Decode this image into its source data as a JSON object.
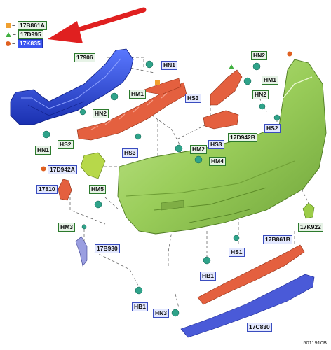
{
  "legend": {
    "items": [
      {
        "symbol": "square",
        "color": "#f0a030",
        "label": "17B861A"
      },
      {
        "symbol": "triangle",
        "color": "#40b040",
        "label": "17D995"
      },
      {
        "symbol": "circle",
        "color": "#e06020",
        "label": "17K835"
      }
    ],
    "eq": "="
  },
  "labels": {
    "l17906": "17906",
    "hn1a": "HN1",
    "hm1a": "HM1",
    "hn2a": "HN2",
    "hn1b": "HN1",
    "hs2a": "HS2",
    "hs3a": "HS3",
    "d942a": "17D942A",
    "l17810": "17810",
    "hm5": "HM5",
    "hm3": "HM3",
    "b930": "17B930",
    "hn2b": "HN2",
    "hm1b": "HM1",
    "hs3b": "HS3",
    "hn2c": "HN2",
    "d942b": "17D942B",
    "hs2b": "HS2",
    "hs3c": "HS3",
    "hm2": "HM2",
    "hm4": "HM4",
    "k922": "17K922",
    "b861b": "17B861B",
    "hs1": "HS1",
    "hb1a": "HB1",
    "hb1b": "HB1",
    "hn3": "HN3",
    "c830": "17C830"
  },
  "diagram_code": "5011910B",
  "colors": {
    "bumper": "#9acd5a",
    "bracket_red": "#e4603f",
    "beam_blue": "#2a45d6",
    "arrow": "#e02020"
  }
}
